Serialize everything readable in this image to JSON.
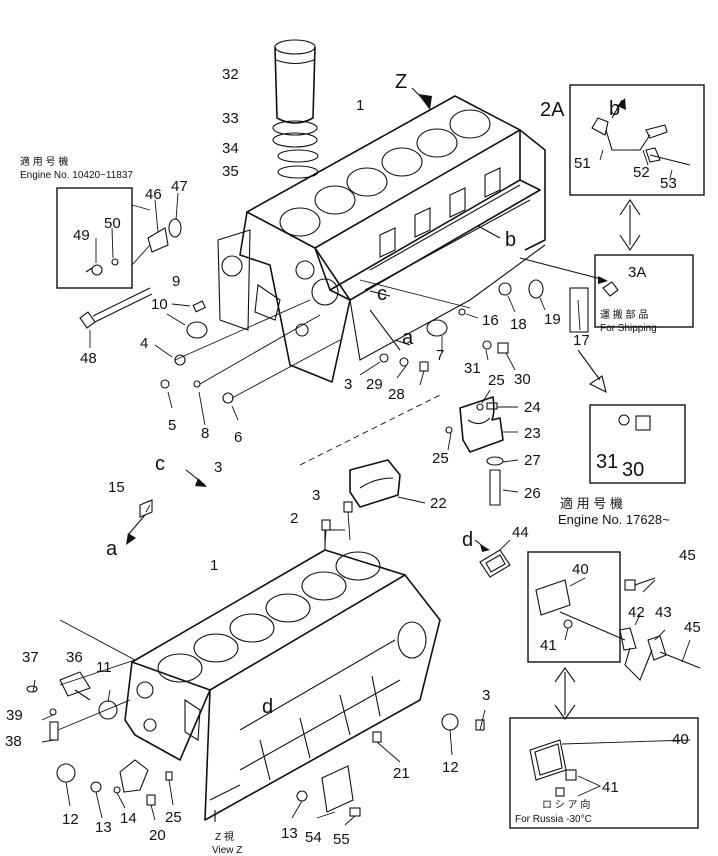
{
  "callouts": {
    "c1": "1",
    "c1b": "1",
    "c2": "2",
    "c2a": "2A",
    "c3": "3",
    "c3a": "3A",
    "c3_left": "3",
    "c3_mid": "3",
    "c3_lower": "3",
    "c4": "4",
    "c5": "5",
    "c6": "6",
    "c7": "7",
    "c8": "8",
    "c9": "9",
    "c10": "10",
    "c11": "11",
    "c12": "12",
    "c12b": "12",
    "c13": "13",
    "c13b": "13",
    "c14": "14",
    "c15": "15",
    "c16": "16",
    "c17": "17",
    "c18": "18",
    "c19": "19",
    "c20": "20",
    "c21": "21",
    "c22": "22",
    "c23": "23",
    "c24": "24",
    "c25": "25",
    "c25b": "25",
    "c25c": "25",
    "c26": "26",
    "c27": "27",
    "c28": "28",
    "c29": "29",
    "c30": "30",
    "c30b": "30",
    "c31": "31",
    "c31b": "31",
    "c32": "32",
    "c33": "33",
    "c34": "34",
    "c35": "35",
    "c36": "36",
    "c37": "37",
    "c38": "38",
    "c39": "39",
    "c40": "40",
    "c40b": "40",
    "c41": "41",
    "c41b": "41",
    "c42": "42",
    "c43": "43",
    "c44": "44",
    "c45": "45",
    "c45b": "45",
    "c46": "46",
    "c47": "47",
    "c48": "48",
    "c49": "49",
    "c50": "50",
    "c51": "51",
    "c52": "52",
    "c53": "53",
    "c54": "54",
    "c55": "55"
  },
  "refs": {
    "z": "Z",
    "a1": "a",
    "a2": "a",
    "b1": "b",
    "b2": "b",
    "c_up": "c",
    "c_low": "c",
    "d1": "d",
    "d2": "d"
  },
  "notes": {
    "engine_range_jp": "適 用 号 機",
    "engine_range": "Engine No. 10420~11837",
    "shipping_jp": "運 搬 部 品",
    "shipping": "For Shipping",
    "engine_later_jp": "適 用 号 機",
    "engine_later": "Engine  No.  17628~",
    "russia_jp": "ロ シ ア 向",
    "russia": "For Russia -30°C",
    "view_jp": "Z   視",
    "view": "View Z"
  }
}
